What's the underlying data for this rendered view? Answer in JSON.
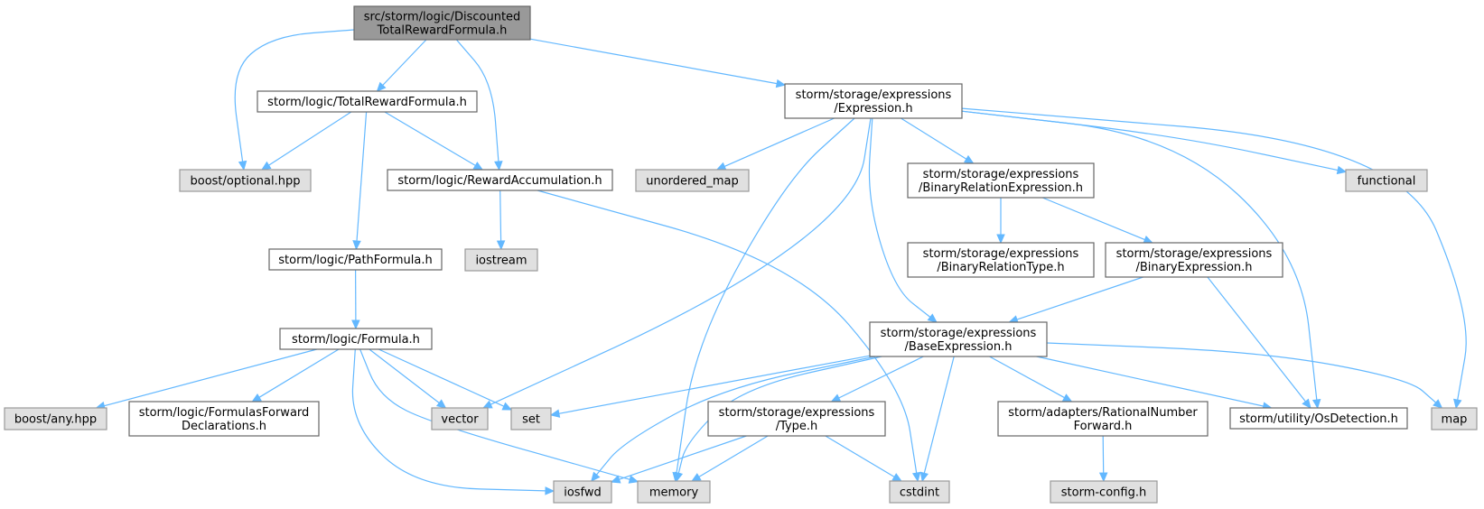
{
  "diagram": {
    "type": "include-dependency-graph",
    "colors": {
      "root": "#999999",
      "internal": "#ffffff",
      "external": "#e0e0e0",
      "edge": "#63b8ff",
      "border": "#666666"
    },
    "nodes": [
      {
        "id": "root",
        "kind": "root",
        "lines": [
          "src/storm/logic/Discounted",
          "TotalRewardFormula.h"
        ]
      },
      {
        "id": "trf",
        "kind": "internal",
        "lines": [
          "storm/logic/TotalRewardFormula.h"
        ]
      },
      {
        "id": "expr",
        "kind": "internal",
        "lines": [
          "storm/storage/expressions",
          "/Expression.h"
        ]
      },
      {
        "id": "opt",
        "kind": "external",
        "lines": [
          "boost/optional.hpp"
        ]
      },
      {
        "id": "racc",
        "kind": "internal",
        "lines": [
          "storm/logic/RewardAccumulation.h"
        ]
      },
      {
        "id": "umap",
        "kind": "external",
        "lines": [
          "unordered_map"
        ]
      },
      {
        "id": "brel",
        "kind": "internal",
        "lines": [
          "storm/storage/expressions",
          "/BinaryRelationExpression.h"
        ]
      },
      {
        "id": "func",
        "kind": "external",
        "lines": [
          "functional"
        ]
      },
      {
        "id": "ios",
        "kind": "external",
        "lines": [
          "iostream"
        ]
      },
      {
        "id": "pathf",
        "kind": "internal",
        "lines": [
          "storm/logic/PathFormula.h"
        ]
      },
      {
        "id": "breltype",
        "kind": "internal",
        "lines": [
          "storm/storage/expressions",
          "/BinaryRelationType.h"
        ]
      },
      {
        "id": "bexpr",
        "kind": "internal",
        "lines": [
          "storm/storage/expressions",
          "/BinaryExpression.h"
        ]
      },
      {
        "id": "formula",
        "kind": "internal",
        "lines": [
          "storm/logic/Formula.h"
        ]
      },
      {
        "id": "base",
        "kind": "internal",
        "lines": [
          "storm/storage/expressions",
          "/BaseExpression.h"
        ]
      },
      {
        "id": "any",
        "kind": "external",
        "lines": [
          "boost/any.hpp"
        ]
      },
      {
        "id": "ffd",
        "kind": "internal",
        "lines": [
          "storm/logic/FormulasForward",
          "Declarations.h"
        ]
      },
      {
        "id": "vector",
        "kind": "external",
        "lines": [
          "vector"
        ]
      },
      {
        "id": "set",
        "kind": "external",
        "lines": [
          "set"
        ]
      },
      {
        "id": "type",
        "kind": "internal",
        "lines": [
          "storm/storage/expressions",
          "/Type.h"
        ]
      },
      {
        "id": "rnf",
        "kind": "internal",
        "lines": [
          "storm/adapters/RationalNumber",
          "Forward.h"
        ]
      },
      {
        "id": "osdet",
        "kind": "internal",
        "lines": [
          "storm/utility/OsDetection.h"
        ]
      },
      {
        "id": "map",
        "kind": "external",
        "lines": [
          "map"
        ]
      },
      {
        "id": "iosfwd",
        "kind": "external",
        "lines": [
          "iosfwd"
        ]
      },
      {
        "id": "memory",
        "kind": "external",
        "lines": [
          "memory"
        ]
      },
      {
        "id": "cstdint",
        "kind": "external",
        "lines": [
          "cstdint"
        ]
      },
      {
        "id": "config",
        "kind": "external",
        "lines": [
          "storm-config.h"
        ]
      }
    ],
    "edges": [
      [
        "root",
        "trf"
      ],
      [
        "root",
        "opt"
      ],
      [
        "root",
        "racc"
      ],
      [
        "root",
        "expr"
      ],
      [
        "trf",
        "opt"
      ],
      [
        "trf",
        "racc"
      ],
      [
        "trf",
        "pathf"
      ],
      [
        "racc",
        "ios"
      ],
      [
        "racc",
        "cstdint"
      ],
      [
        "pathf",
        "formula"
      ],
      [
        "formula",
        "any"
      ],
      [
        "formula",
        "ffd"
      ],
      [
        "formula",
        "vector"
      ],
      [
        "formula",
        "set"
      ],
      [
        "formula",
        "iosfwd"
      ],
      [
        "formula",
        "memory"
      ],
      [
        "expr",
        "umap"
      ],
      [
        "expr",
        "vector"
      ],
      [
        "expr",
        "memory"
      ],
      [
        "expr",
        "base"
      ],
      [
        "expr",
        "brel"
      ],
      [
        "expr",
        "osdet"
      ],
      [
        "expr",
        "func"
      ],
      [
        "expr",
        "map"
      ],
      [
        "brel",
        "breltype"
      ],
      [
        "brel",
        "bexpr"
      ],
      [
        "bexpr",
        "base"
      ],
      [
        "bexpr",
        "osdet"
      ],
      [
        "base",
        "set"
      ],
      [
        "base",
        "iosfwd"
      ],
      [
        "base",
        "memory"
      ],
      [
        "base",
        "type"
      ],
      [
        "base",
        "cstdint"
      ],
      [
        "base",
        "rnf"
      ],
      [
        "base",
        "osdet"
      ],
      [
        "base",
        "map"
      ],
      [
        "type",
        "iosfwd"
      ],
      [
        "type",
        "memory"
      ],
      [
        "type",
        "cstdint"
      ],
      [
        "rnf",
        "config"
      ]
    ]
  }
}
